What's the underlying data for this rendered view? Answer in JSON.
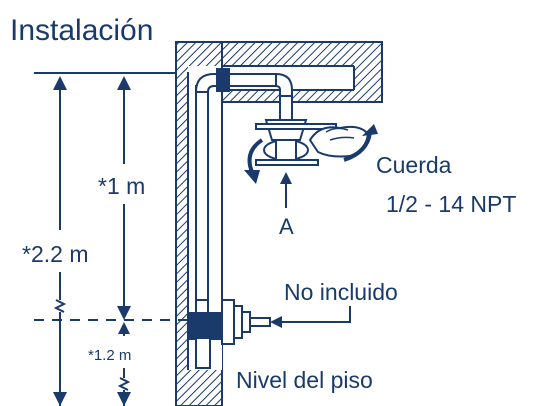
{
  "title": "Instalación",
  "labels": {
    "height_1": "*1 m",
    "height_2": "*2.2 m",
    "height_3": "*1.2 m",
    "callout_a": "A",
    "thread_line1": "Cuerda",
    "thread_line2": "1/2  - 14 NPT",
    "not_included": "No incluido",
    "floor_level": "Nivel del piso"
  },
  "colors": {
    "ink": "#1a3a6b",
    "background": "#ffffff"
  }
}
